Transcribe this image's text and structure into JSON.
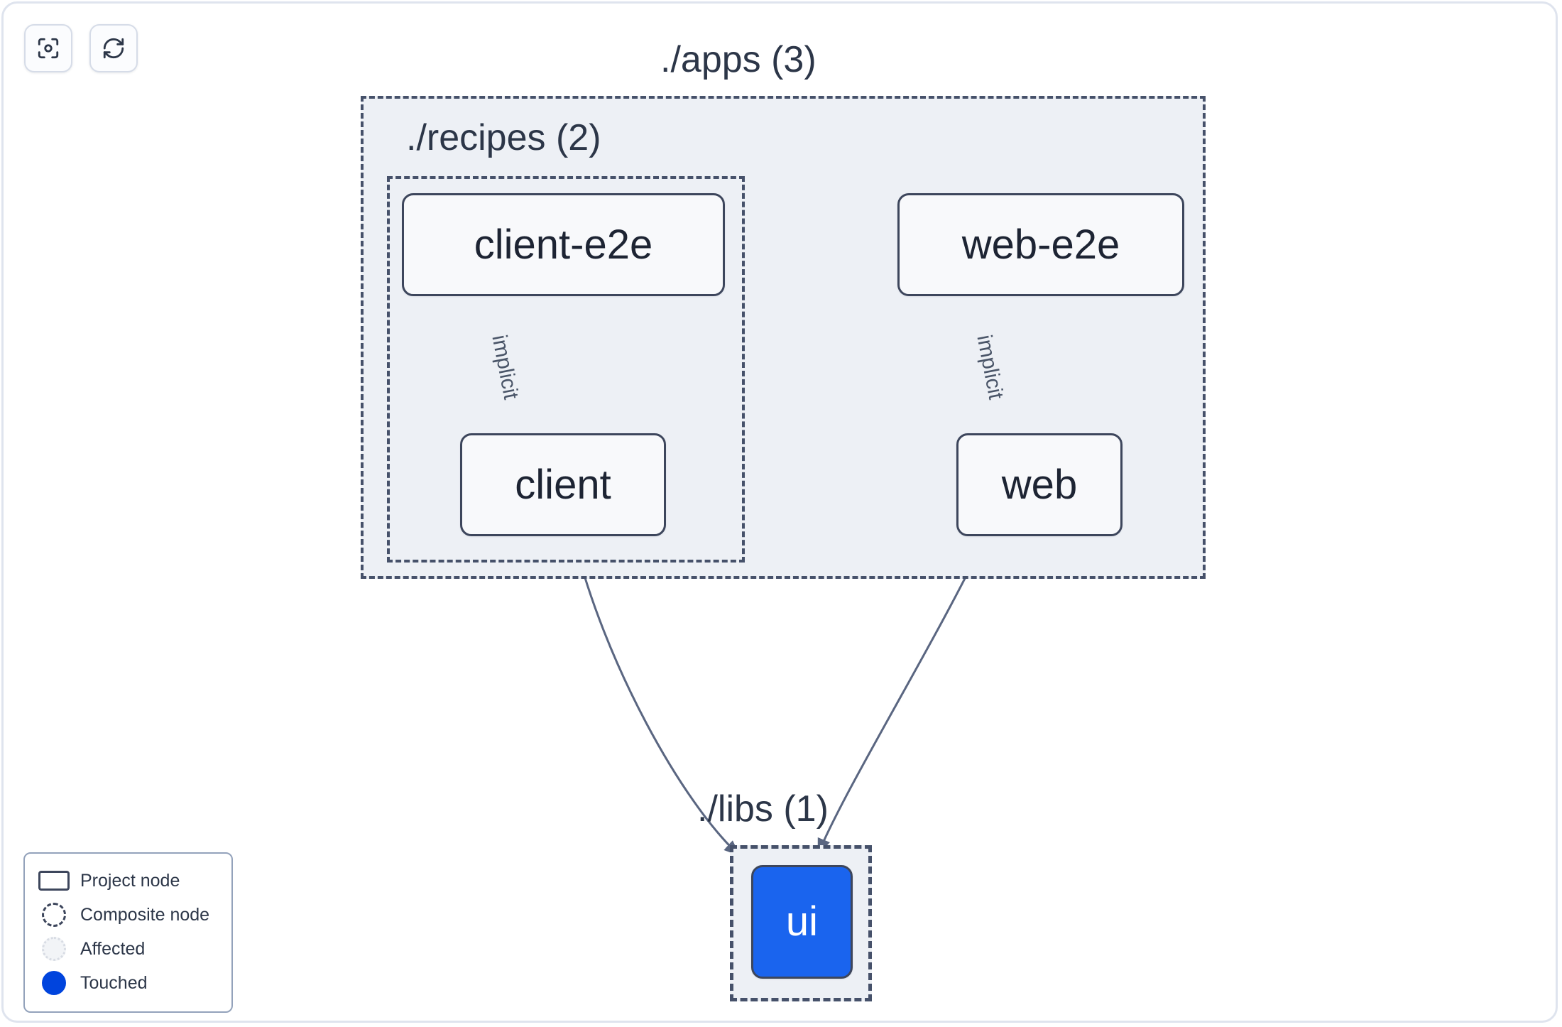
{
  "toolbar": {
    "buttons": [
      {
        "name": "focus-graph-button",
        "icon": "focus-target-icon",
        "title": "Focus graph"
      },
      {
        "name": "refresh-graph-button",
        "icon": "refresh-icon",
        "title": "Refresh graph"
      }
    ]
  },
  "graph": {
    "groups": [
      {
        "id": "apps",
        "label": "./apps (3)",
        "count": 3
      },
      {
        "id": "recipes",
        "label": "./recipes (2)",
        "count": 2
      },
      {
        "id": "libs",
        "label": "./libs (1)",
        "count": 1
      }
    ],
    "nodes": [
      {
        "id": "client-e2e",
        "label": "client-e2e",
        "state": "normal",
        "group": "recipes"
      },
      {
        "id": "web-e2e",
        "label": "web-e2e",
        "state": "normal",
        "group": "apps"
      },
      {
        "id": "client",
        "label": "client",
        "state": "normal",
        "group": "recipes"
      },
      {
        "id": "web",
        "label": "web",
        "state": "normal",
        "group": "apps"
      },
      {
        "id": "ui",
        "label": "ui",
        "state": "touched",
        "group": "libs"
      }
    ],
    "edges": [
      {
        "from": "client-e2e",
        "to": "client",
        "label": "implicit"
      },
      {
        "from": "web-e2e",
        "to": "web",
        "label": "implicit"
      },
      {
        "from": "client",
        "to": "ui",
        "label": ""
      },
      {
        "from": "web",
        "to": "ui",
        "label": ""
      }
    ]
  },
  "legend": {
    "items": [
      {
        "id": "project-node",
        "label": "Project node",
        "swatch": "rectangle-outline"
      },
      {
        "id": "composite-node",
        "label": "Composite node",
        "swatch": "dashed-circle"
      },
      {
        "id": "affected",
        "label": "Affected",
        "swatch": "dotted-circle"
      },
      {
        "id": "touched",
        "label": "Touched",
        "swatch": "filled-circle"
      }
    ]
  },
  "colors": {
    "node_border": "#3d465c",
    "node_fill": "#f8f9fb",
    "group_fill": "#edf0f5",
    "group_border": "#46516a",
    "touched": "#0044dd",
    "touched_node": "#1a64ee",
    "edge": "#5a6681",
    "text": "#1d2433",
    "canvas": "#ffffff"
  }
}
